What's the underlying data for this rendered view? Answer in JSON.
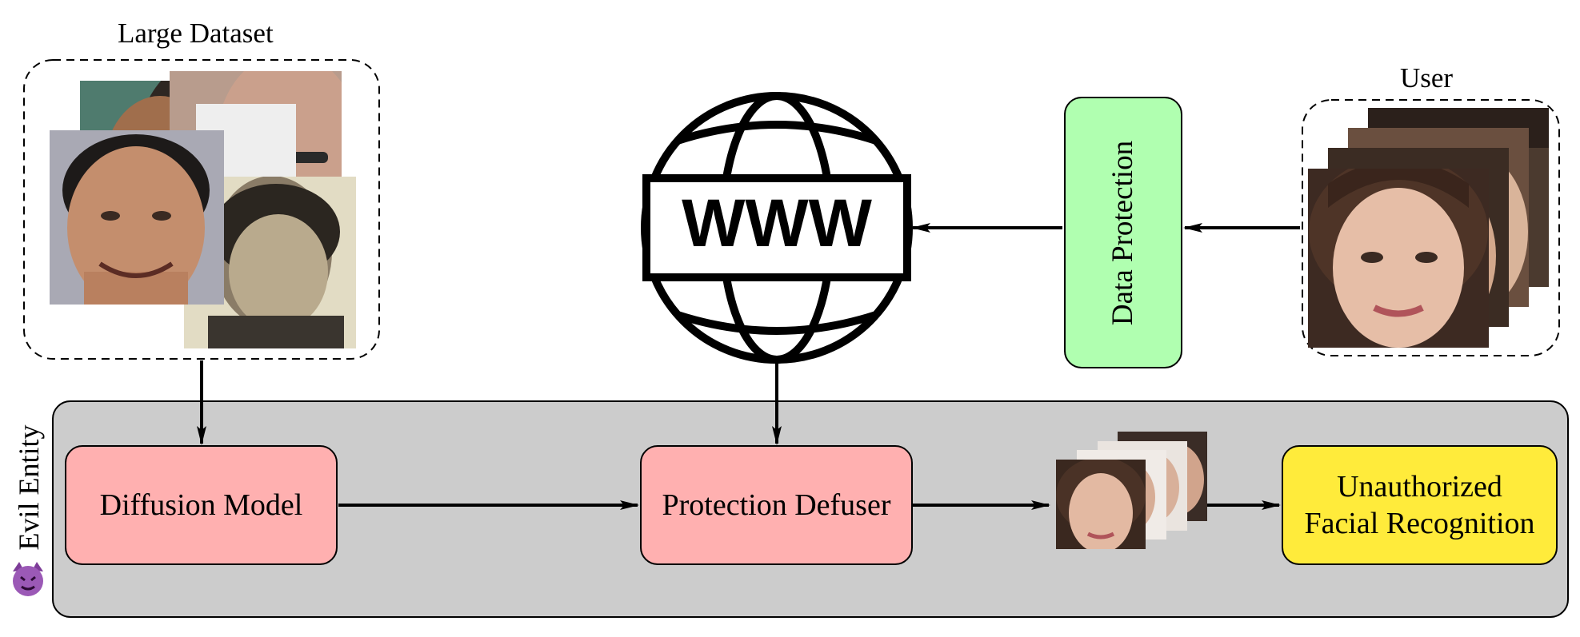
{
  "dataset": {
    "title": "Large Dataset"
  },
  "user": {
    "title": "User"
  },
  "internet": {
    "label": "WWW"
  },
  "evil_entity": {
    "label": "Evil Entity",
    "icon": "devil-icon"
  },
  "nodes": {
    "data_protection": "Data Protection",
    "diffusion_model": "Diffusion Model",
    "protection_defuser": "Protection Defuser",
    "unauthorized_line1": "Unauthorized",
    "unauthorized_line2": "Facial Recognition"
  },
  "colors": {
    "evil_panel": "#cccccc",
    "model_boxes": "#ffb0b0",
    "protection_box": "#b0ffb0",
    "recognition_box": "#ffeb3b",
    "devil_icon": "#9b59b6"
  }
}
